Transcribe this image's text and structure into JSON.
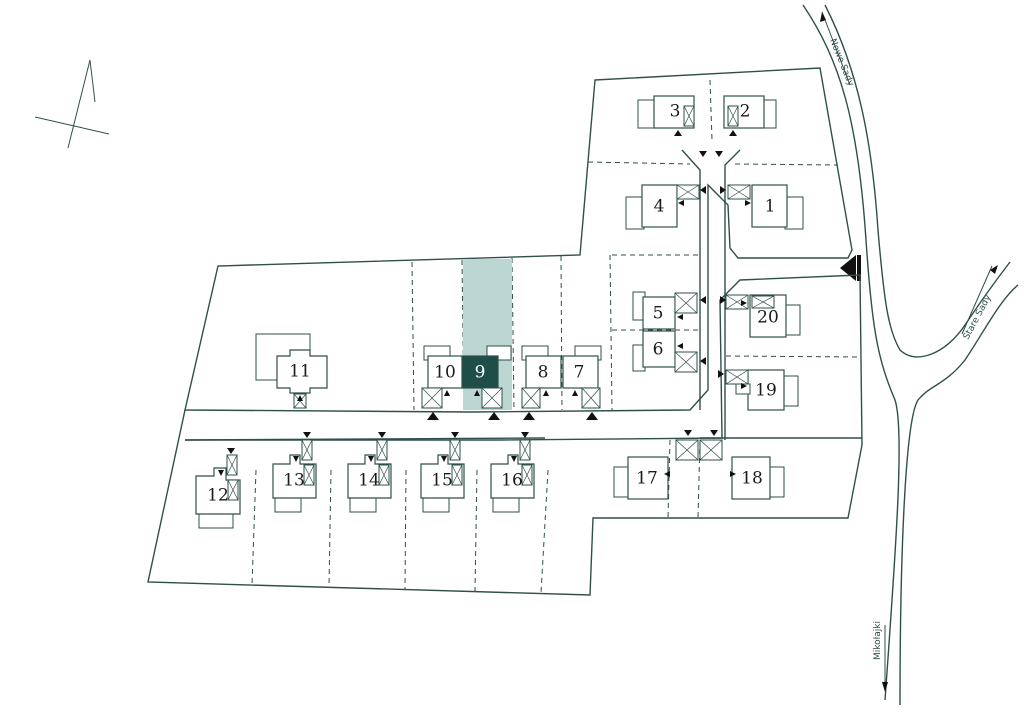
{
  "map": {
    "selected_plot": "9",
    "colors": {
      "line": "#2f4f4a",
      "selected_house": "#1f4d48",
      "selected_plot_fill": "#bcd6d2"
    },
    "icons": {
      "north": "north-arrow-icon",
      "entrance": "entrance-marker-icon"
    }
  },
  "streets": {
    "nowe_sady": "Nowe Sady",
    "stare_sady": "Stare Sady",
    "mikolajki": "Mikołajki"
  },
  "plots": [
    {
      "id": "1",
      "label": "1"
    },
    {
      "id": "2",
      "label": "2"
    },
    {
      "id": "3",
      "label": "3"
    },
    {
      "id": "4",
      "label": "4"
    },
    {
      "id": "5",
      "label": "5"
    },
    {
      "id": "6",
      "label": "6"
    },
    {
      "id": "7",
      "label": "7"
    },
    {
      "id": "8",
      "label": "8"
    },
    {
      "id": "9",
      "label": "9"
    },
    {
      "id": "10",
      "label": "10"
    },
    {
      "id": "11",
      "label": "11"
    },
    {
      "id": "12",
      "label": "12"
    },
    {
      "id": "13",
      "label": "13"
    },
    {
      "id": "14",
      "label": "14"
    },
    {
      "id": "15",
      "label": "15"
    },
    {
      "id": "16",
      "label": "16"
    },
    {
      "id": "17",
      "label": "17"
    },
    {
      "id": "18",
      "label": "18"
    },
    {
      "id": "19",
      "label": "19"
    },
    {
      "id": "20",
      "label": "20"
    }
  ]
}
